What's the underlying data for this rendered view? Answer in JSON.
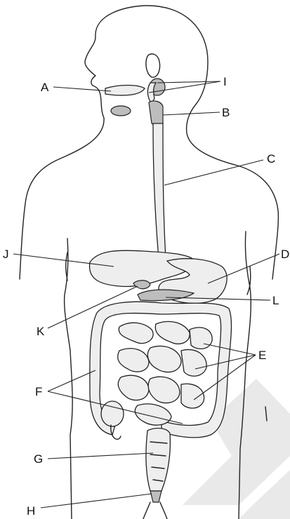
{
  "diagram": {
    "labels": {
      "A": "A",
      "B": "B",
      "C": "C",
      "D": "D",
      "E": "E",
      "F": "F",
      "G": "G",
      "H": "H",
      "I": "I",
      "J": "J",
      "K": "K",
      "L": "L"
    }
  },
  "colors": {
    "line": "#222222",
    "organ_fill": "#eeeeee",
    "organ_shade": "#bdbdbd",
    "watermark": "#e9e9e9"
  }
}
